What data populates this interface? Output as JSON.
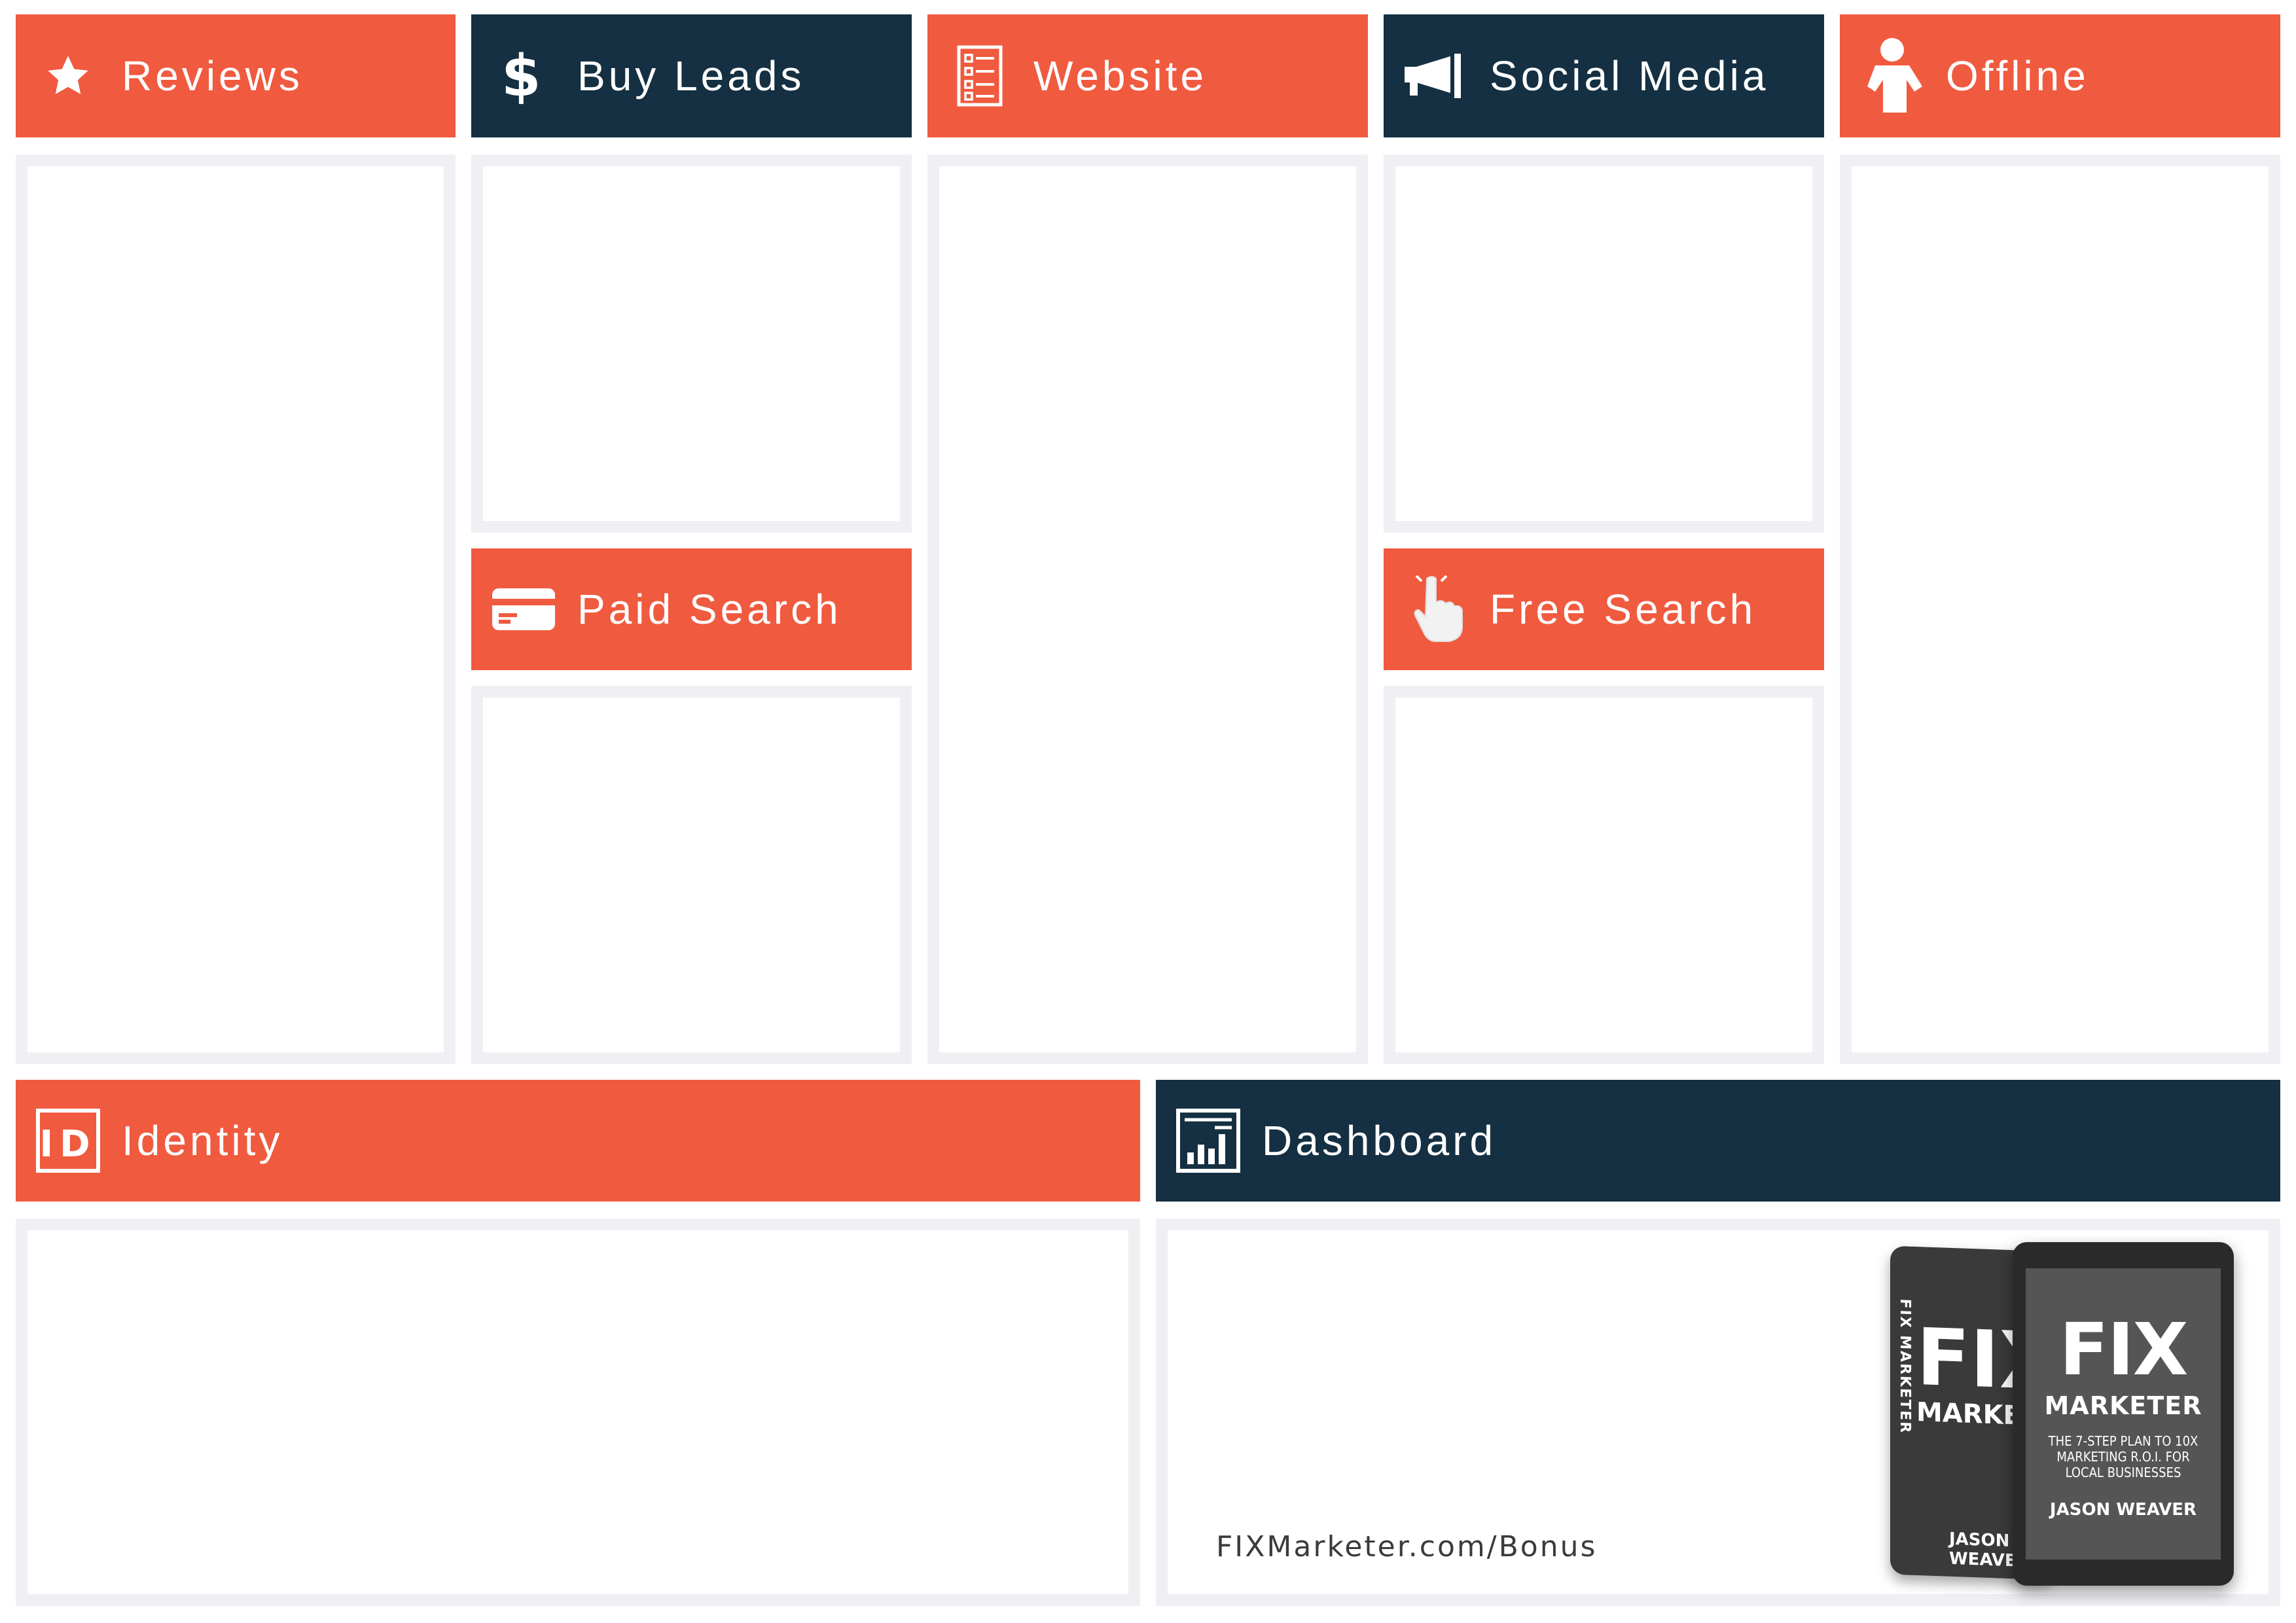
{
  "colors": {
    "orange": "#f05a3f",
    "navy": "#143042",
    "panel_bg": "#f0f0f4"
  },
  "headers": {
    "reviews": {
      "label": "Reviews",
      "icon": "star-icon"
    },
    "buy_leads": {
      "label": "Buy Leads",
      "icon": "dollar-icon"
    },
    "website": {
      "label": "Website",
      "icon": "document-list-icon"
    },
    "social_media": {
      "label": "Social Media",
      "icon": "megaphone-icon"
    },
    "offline": {
      "label": "Offline",
      "icon": "person-icon"
    },
    "paid_search": {
      "label": "Paid Search",
      "icon": "credit-card-icon"
    },
    "free_search": {
      "label": "Free Search",
      "icon": "pointer-hand-icon"
    },
    "identity": {
      "label": "Identity",
      "icon": "id-icon"
    },
    "dashboard": {
      "label": "Dashboard",
      "icon": "dashboard-chart-icon"
    }
  },
  "footer": {
    "bonus_link": "FIXMarketer.com/Bonus"
  },
  "book": {
    "title_big": "FIX",
    "title_sub": "MARKETER",
    "subtitle": "THE 7-STEP PLAN TO 10X MARKETING R.O.I. FOR LOCAL BUSINESSES",
    "author": "JASON WEAVER",
    "spine": "FIX MARKETER"
  }
}
